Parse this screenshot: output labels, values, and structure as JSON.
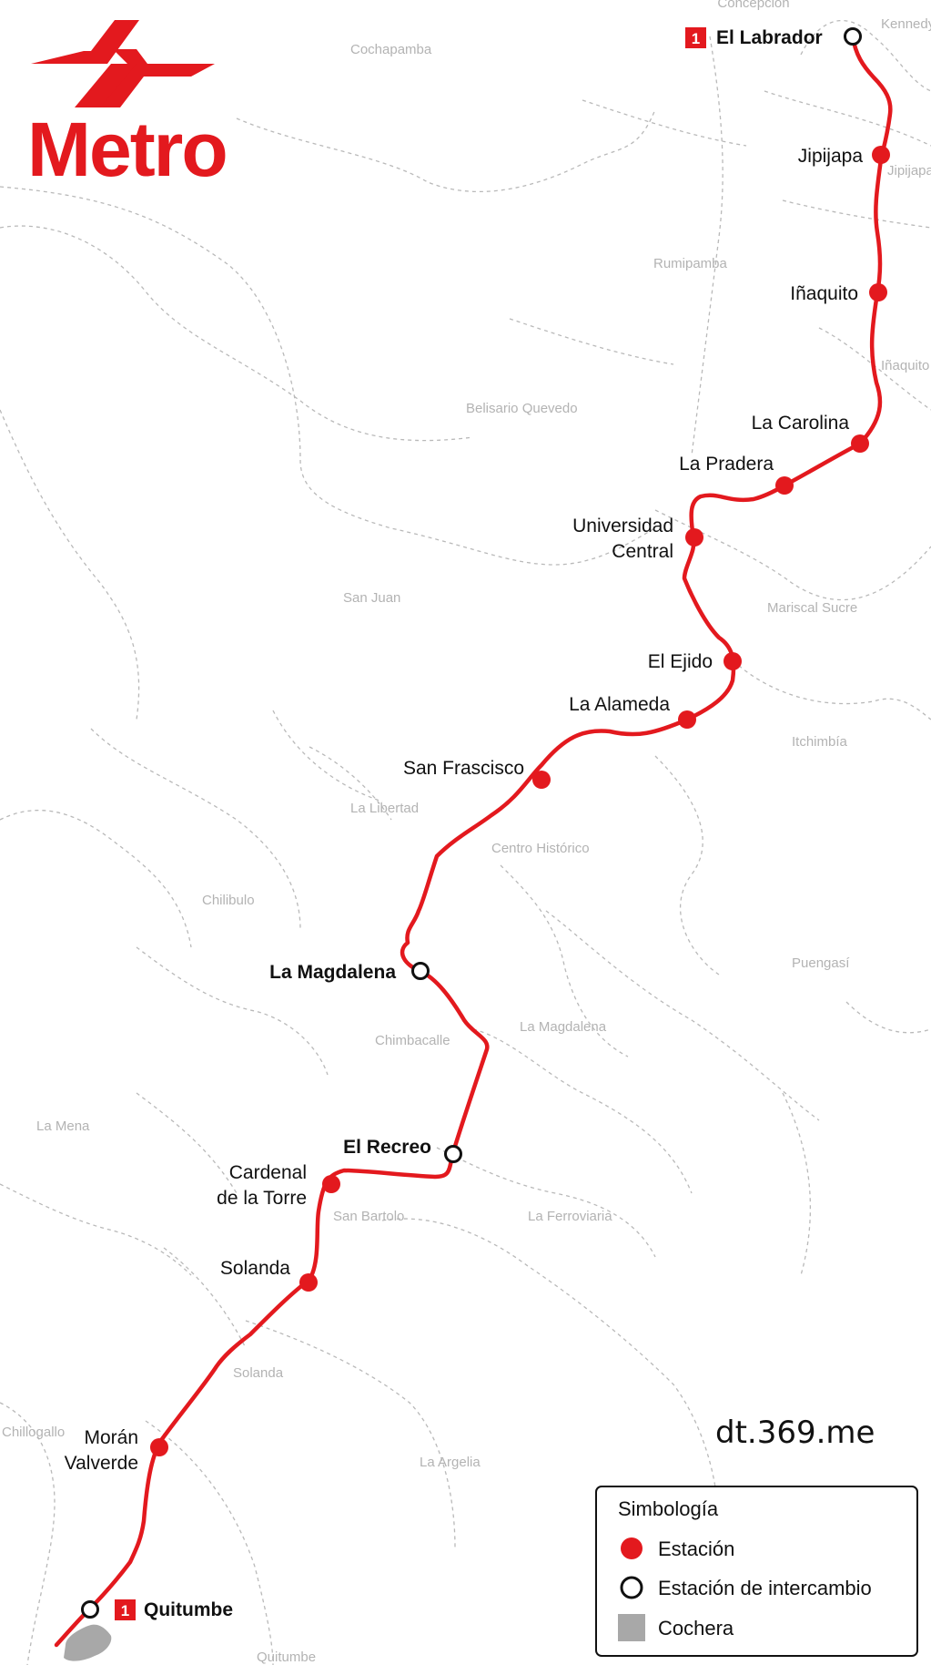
{
  "logo": {
    "text": "Metro",
    "color": "#e3191e"
  },
  "line": {
    "number": "1",
    "color": "#e3191e"
  },
  "stations": [
    {
      "name": "El Labrador",
      "type": "interchange",
      "terminal": true
    },
    {
      "name": "Jipijapa",
      "type": "station"
    },
    {
      "name": "Iñaquito",
      "type": "station"
    },
    {
      "name": "La Carolina",
      "type": "station"
    },
    {
      "name": "La Pradera",
      "type": "station"
    },
    {
      "name_lines": [
        "Universidad",
        "Central"
      ],
      "type": "station"
    },
    {
      "name": "El Ejido",
      "type": "station"
    },
    {
      "name": "La Alameda",
      "type": "station"
    },
    {
      "name": "San Frascisco",
      "type": "station"
    },
    {
      "name": "La Magdalena",
      "type": "interchange"
    },
    {
      "name": "El Recreo",
      "type": "interchange"
    },
    {
      "name_lines": [
        "Cardenal",
        "de la Torre"
      ],
      "type": "station"
    },
    {
      "name": "Solanda",
      "type": "station"
    },
    {
      "name_lines": [
        "Morán",
        "Valverde"
      ],
      "type": "station"
    },
    {
      "name": "Quitumbe",
      "type": "interchange",
      "terminal": true
    }
  ],
  "districts": [
    "Concepción",
    "Kennedy",
    "Cochapamba",
    "Jipijapa",
    "Rumipamba",
    "Iñaquito",
    "Belisario Quevedo",
    "San Juan",
    "Mariscal Sucre",
    "Itchimbía",
    "La Libertad",
    "Centro Histórico",
    "Chilibulo",
    "Puengasí",
    "Chimbacalle",
    "La Magdalena",
    "La Mena",
    "San Bartolo",
    "La Ferroviaria",
    "Solanda",
    "Chillogallo",
    "La Argelia",
    "Quitumbe"
  ],
  "watermark": "dt.369.me",
  "legend": {
    "title": "Simbología",
    "items": [
      {
        "label": "Estación",
        "icon": "station-dot-icon"
      },
      {
        "label": "Estación de intercambio",
        "icon": "interchange-ring-icon"
      },
      {
        "label": "Cochera",
        "icon": "depot-square-icon"
      }
    ]
  },
  "colors": {
    "line": "#e3191e",
    "depot": "#a8a8a8",
    "boundary": "#b9b9b9",
    "district_label": "#b3b3b3"
  }
}
